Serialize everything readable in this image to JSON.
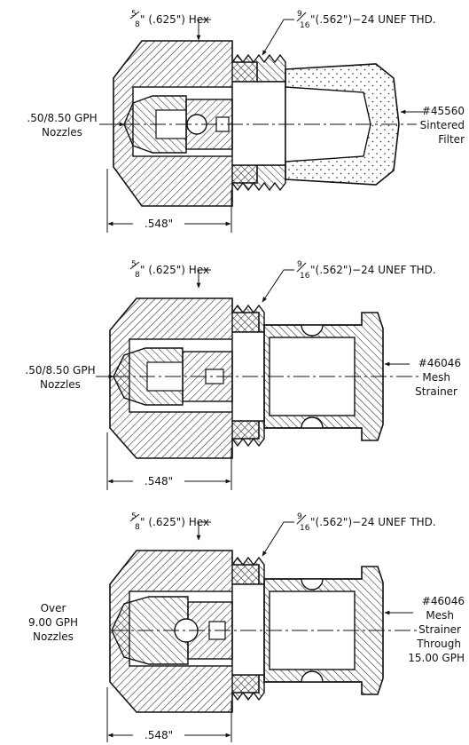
{
  "panels": [
    {
      "hex_num": "5",
      "hex_den": "8",
      "hex_text": "\" (.625\") Hex",
      "thread_num": "9",
      "thread_den": "16",
      "thread_text": "\"(.562\")−24 UNEF THD.",
      "left_lines": [
        ".50/8.50 GPH",
        "Nozzles"
      ],
      "right_lines": [
        "#45560",
        "Sintered",
        "Filter"
      ],
      "dim": ".548\""
    },
    {
      "hex_num": "5",
      "hex_den": "8",
      "hex_text": "\" (.625\") Hex",
      "thread_num": "9",
      "thread_den": "16",
      "thread_text": "\"(.562\")−24 UNEF THD.",
      "left_lines": [
        ".50/8.50 GPH",
        "Nozzles"
      ],
      "right_lines": [
        "#46046",
        "Mesh",
        "Strainer"
      ],
      "dim": ".548\""
    },
    {
      "hex_num": "5",
      "hex_den": "8",
      "hex_text": "\" (.625\") Hex",
      "thread_num": "9",
      "thread_den": "16",
      "thread_text": "\"(.562\")−24 UNEF THD.",
      "left_lines": [
        "Over",
        "9.00 GPH",
        "Nozzles"
      ],
      "right_lines": [
        "#46046",
        "Mesh",
        "Strainer",
        "Through",
        "15.00 GPH"
      ],
      "dim": ".548\""
    }
  ]
}
